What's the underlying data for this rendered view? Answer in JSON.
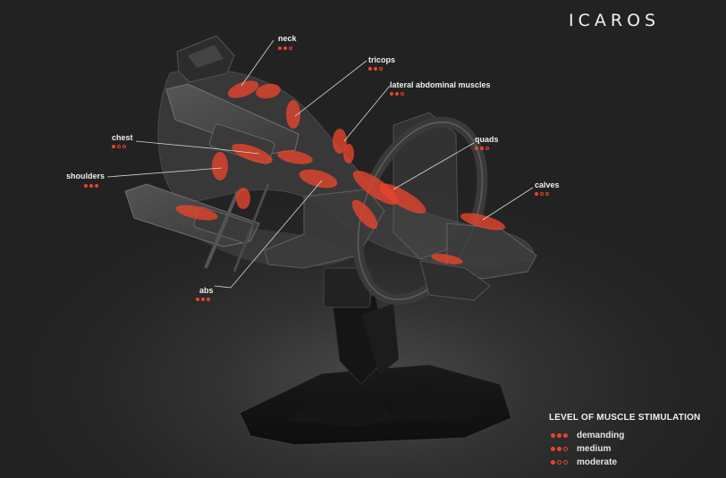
{
  "brand": {
    "name": "ICAROS"
  },
  "colors": {
    "accent": "#e8452c",
    "background": "#2a2a2a",
    "text": "#eeeeee"
  },
  "muscles": [
    {
      "id": "neck",
      "label": "neck",
      "level": 2
    },
    {
      "id": "tricops",
      "label": "tricops",
      "level": 2
    },
    {
      "id": "lateral",
      "label": "lateral abdominal muscles",
      "level": 2
    },
    {
      "id": "chest",
      "label": "chest",
      "level": 1
    },
    {
      "id": "quads",
      "label": "quads",
      "level": 2
    },
    {
      "id": "shoulders",
      "label": "shoulders",
      "level": 3
    },
    {
      "id": "calves",
      "label": "calves",
      "level": 1
    },
    {
      "id": "abs",
      "label": "abs",
      "level": 3
    }
  ],
  "legend": {
    "title": "LEVEL OF MUSCLE STIMULATION",
    "items": [
      {
        "label": "demanding",
        "level": 3
      },
      {
        "label": "medium",
        "level": 2
      },
      {
        "label": "moderate",
        "level": 1
      }
    ]
  }
}
